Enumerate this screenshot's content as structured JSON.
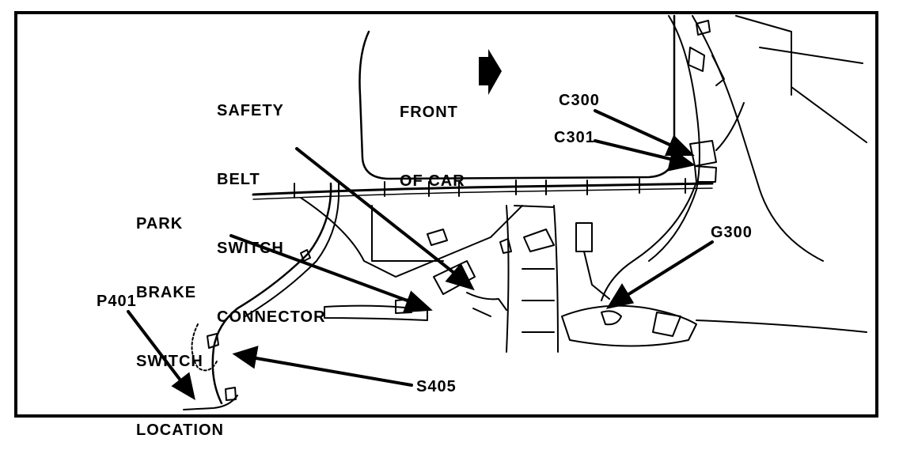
{
  "labels": {
    "safety_belt": [
      "SAFETY",
      "BELT",
      "SWITCH",
      "CONNECTOR"
    ],
    "front_of_car": [
      "FRONT",
      "OF CAR"
    ],
    "park_brake": [
      "PARK",
      "BRAKE",
      "SWITCH",
      "LOCATION"
    ],
    "c300": "C300",
    "c301": "C301",
    "g300": "G300",
    "p401": "P401",
    "s405": "S405"
  },
  "colors": {
    "ink": "#000000",
    "paper": "#ffffff"
  }
}
